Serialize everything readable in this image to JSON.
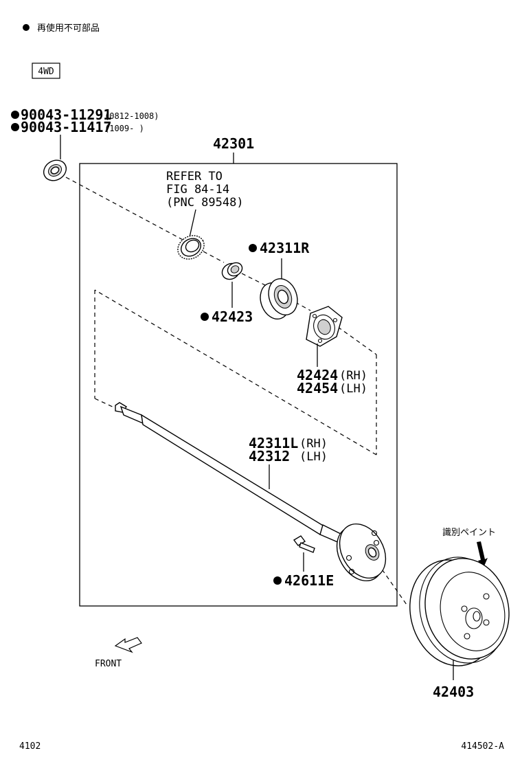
{
  "legend": {
    "marker": "●",
    "text": "再使用不可部品"
  },
  "badge": "4WD",
  "parts": {
    "oil_seal_a": {
      "number": "90043-11291",
      "range": "(0812-1008)"
    },
    "oil_seal_b": {
      "number": "90043-11417",
      "range": "(1009-     )"
    },
    "axle_assy": "42301",
    "refer": {
      "line1": "REFER TO",
      "line2": "FIG 84-14",
      "line3": "(PNC 89548)"
    },
    "bearing_r": "42311R",
    "retainer": "42423",
    "plate_rh": {
      "number": "42424",
      "side": "(RH)"
    },
    "plate_lh": {
      "number": "42454",
      "side": "(LH)"
    },
    "shaft_rh": {
      "number": "42311L",
      "side": "(RH)"
    },
    "shaft_lh": {
      "number": "42312",
      "side": "(LH)"
    },
    "hub_bolt": "42611E",
    "drum": "42403"
  },
  "paint_label": "識別ペイント",
  "front_label": "FRONT",
  "footer": {
    "left": "4102",
    "right": "414502-A"
  }
}
